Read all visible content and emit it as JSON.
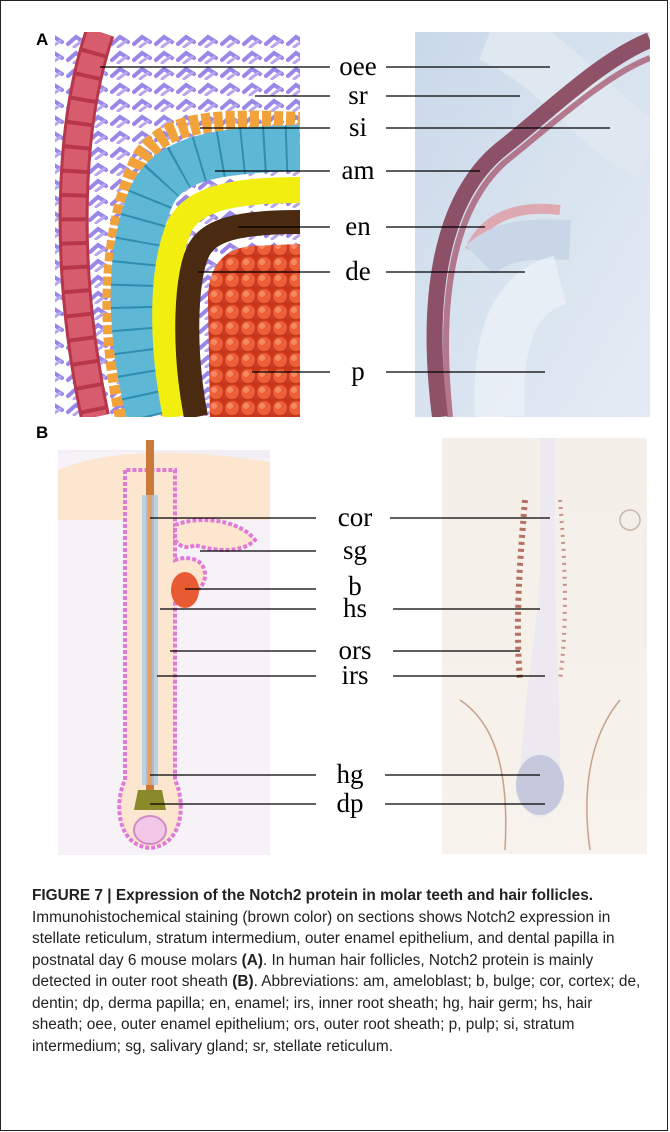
{
  "panels": [
    {
      "letter": "A",
      "labels": [
        "oee",
        "sr",
        "si",
        "am",
        "en",
        "de",
        "p"
      ]
    },
    {
      "letter": "B",
      "labels": [
        "cor",
        "sg",
        "b",
        "hs",
        "ors",
        "irs",
        "hg",
        "dp"
      ]
    }
  ],
  "caption": {
    "title": "FIGURE 7 | Expression of the Notch2 protein in molar teeth and hair follicles.",
    "text1": " Immunohistochemical staining (brown color) on sections shows Notch2 expression in stellate reticulum, stratum intermedium, outer enamel epithelium, and dental papilla in postnatal day 6 mouse molars ",
    "ref_a": "(A)",
    "text2": ". In human hair follicles, Notch2 protein is mainly detected in outer root sheath ",
    "ref_b": "(B)",
    "text3": ". Abbreviations: am, ameloblast; b, bulge; cor, cortex; de, dentin; dp, derma papilla; en, enamel; irs, inner root sheath; hg, hair germ; hs, hair sheath; oee, outer enamel epithelium; ors, outer root sheath; p, pulp; si, stratum intermedium; sg, salivary gland; sr, stellate reticulum."
  },
  "colors": {
    "oee": "#c84a5c",
    "sr": "#9a86e8",
    "si": "#f2a23a",
    "am": "#5fb7d6",
    "en": "#f2ee10",
    "de": "#4a2a10",
    "p": "#e85a32",
    "skin": "#fce6cf",
    "follicle": "#e07ad8",
    "stain": "#9b3a2a"
  }
}
